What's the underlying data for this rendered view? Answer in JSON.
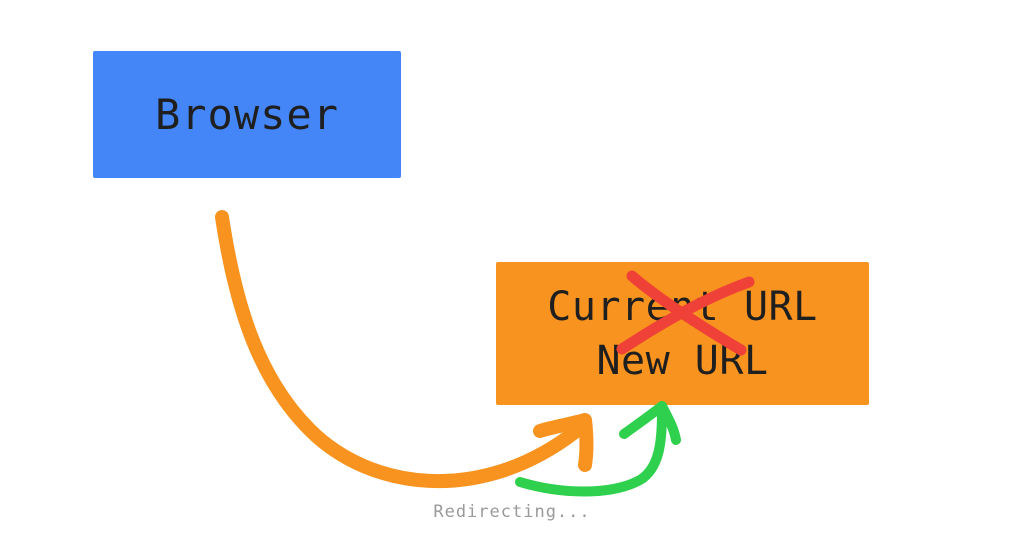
{
  "colors": {
    "browser_box": "#4486f7",
    "url_box": "#f7931e",
    "orange_arrow": "#f7931e",
    "green_arrow": "#2fd04d",
    "cross_mark": "#ef4137",
    "text": "#1f1f1f",
    "caption": "#9a9a9a"
  },
  "diagram": {
    "browser_label": "Browser",
    "current_url_label": "Current URL",
    "new_url_label": "New URL",
    "caption": "Redirecting..."
  },
  "icons": {
    "cross": "cross-icon",
    "orange_arrow": "curved-arrow-icon",
    "green_arrow": "curved-arrow-icon"
  }
}
